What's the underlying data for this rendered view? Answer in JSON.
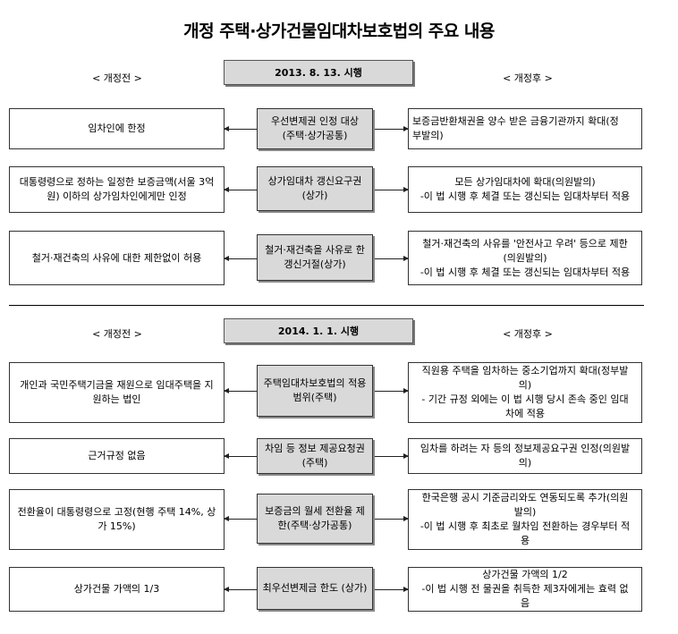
{
  "title": "개정 주택·상가건물임대차보호법의 주요 내용",
  "sections": [
    {
      "header": "2013. 8. 13. 시행",
      "before_label": "<  개정전  >",
      "after_label": "<  개정후  >",
      "rows": [
        {
          "left": [
            "임차인에 한정"
          ],
          "center": [
            "우선변제권 인정 대상",
            "(주택·상가공통)"
          ],
          "right": [
            "보증금반환채권을 양수 받은 금융기관까지 확대(정",
            "부발의)"
          ]
        },
        {
          "left": [
            "대통령령으로 정하는 일정한 보증금액(서울 3억",
            "원) 이하의 상가임차인에게만 인정"
          ],
          "center": [
            "상가임대차 갱신요구권",
            "(상가)"
          ],
          "right": [
            "모든 상가임대차에 확대(의원발의)",
            "-이 법 시행 후 체결 또는 갱신되는 임대차부터 적용"
          ]
        },
        {
          "left": [
            "철거·재건축의 사유에 대한 제한없이 허용"
          ],
          "center": [
            "철거·재건축을 사유로 한",
            "갱신거절(상가)"
          ],
          "right": [
            "철거·재건축의 사유를 '안전사고 우려' 등으로 제한",
            "(의원발의)",
            "-이 법 시행 후 체결 또는 갱신되는 임대차부터 적용"
          ]
        }
      ]
    },
    {
      "header": "2014. 1. 1. 시행",
      "before_label": "< 개정전 >",
      "after_label": "< 개정후 >",
      "rows": [
        {
          "left": [
            "개인과 국민주택기금을 재원으로 임대주택을 지",
            "원하는 법인"
          ],
          "center": [
            "주택임대차보호법의 적용",
            "범위(주택)"
          ],
          "right": [
            "직원용 주택을 임차하는 중소기업까지 확대(정부발",
            "의)",
            "- 기간 규정 외에는 이 법 시행 당시 존속 중인 임대",
            "차에 적용"
          ]
        },
        {
          "left": [
            "근거규정 없음"
          ],
          "center": [
            "차임 등 정보 제공요청권",
            "(주택)"
          ],
          "right": [
            "임차를 하려는 자 등의 정보제공요구권 인정(의원발",
            "의)"
          ]
        },
        {
          "left": [
            "전환율이 대통령령으로 고정(현행 주택 14%, 상",
            "가 15%)"
          ],
          "center": [
            "보증금의 월세 전환율 제",
            "한(주택·상가공통)"
          ],
          "right": [
            "한국은행 공시 기준금리와도 연동되도록 추가(의원",
            "발의)",
            "-이 법 시행 후 최초로 월차임 전환하는 경우부터 적",
            "용"
          ]
        },
        {
          "left": [
            "상가건물 가액의 1/3"
          ],
          "center": [
            "최우선변제금 한도 (상가)"
          ],
          "right": [
            "상가건물 가액의 1/2",
            "-이 법 시행 전 물권을 취득한 제3자에게는 효력 없",
            "음"
          ]
        }
      ]
    }
  ]
}
